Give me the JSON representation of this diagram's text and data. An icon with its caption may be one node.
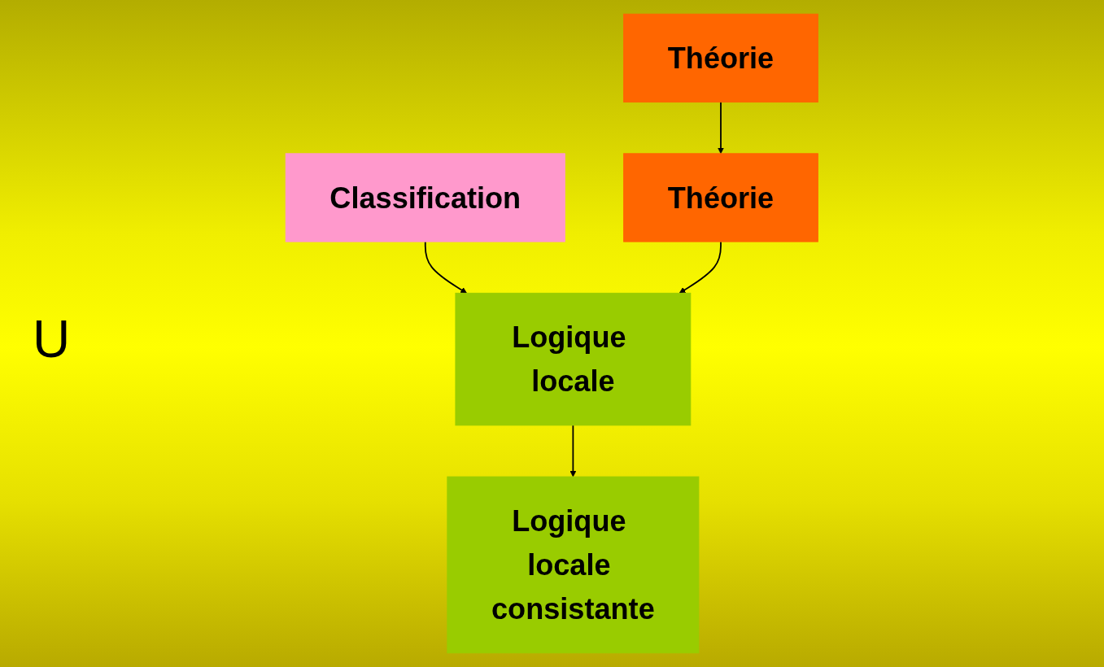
{
  "diagram": {
    "nodes": [
      {
        "text": [
          "Théorie"
        ]
      },
      {
        "text": [
          "Classification"
        ]
      },
      {
        "text": [
          "Théorie"
        ]
      },
      {
        "text": [
          "Logique locale"
        ]
      },
      {
        "text": [
          "Logique locale consistante"
        ]
      }
    ],
    "edges": [
      {
        "from": 0,
        "to": 2,
        "arrow": "to"
      },
      {
        "from": 1,
        "to": 3,
        "arrow": "to"
      },
      {
        "from": 2,
        "to": 3,
        "arrow": "to"
      },
      {
        "from": 3,
        "to": 4,
        "arrow": "to"
      }
    ],
    "labels": [
      "U"
    ]
  }
}
